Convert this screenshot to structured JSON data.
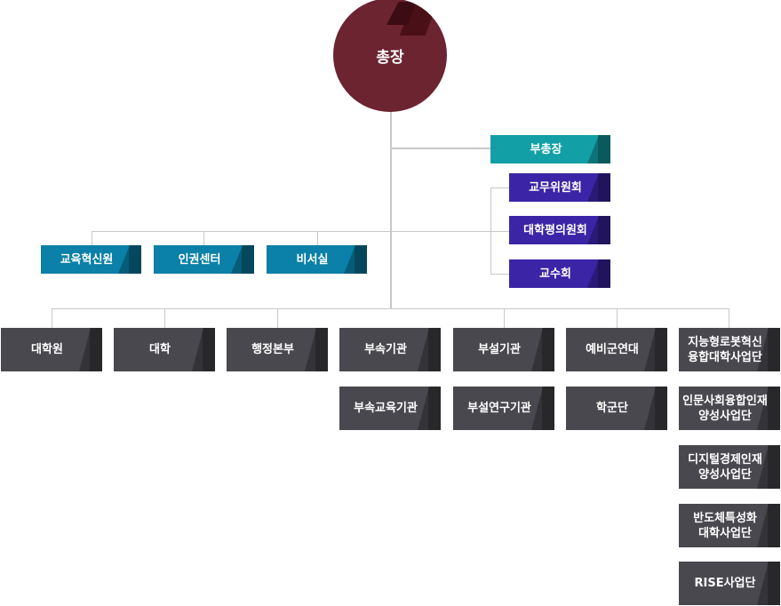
{
  "president": "총장",
  "vice_president": "부총장",
  "councils": [
    "교무위원회",
    "대학평의원회",
    "교수회"
  ],
  "staff_units": [
    "교육혁신원",
    "인권센터",
    "비서실"
  ],
  "divisions": [
    "대학원",
    "대학",
    "행정본부",
    "부속기관",
    "부설기관",
    "예비군연대"
  ],
  "sub_divisions": [
    "부속교육기관",
    "부설연구기관",
    "학군단"
  ],
  "projects": [
    "지능형로봇혁신\n융합대학사업단",
    "인문사회융합인재\n양성사업단",
    "디지털경제인재\n양성사업단",
    "반도체특성화\n대학사업단",
    "RISE사업단"
  ],
  "colors": {
    "president": "#6b2430",
    "vice": "#12a0a6",
    "staff": "#0b80a8",
    "council": "#3b24a6",
    "division": "#48484e",
    "line": "#c8c8c8"
  }
}
